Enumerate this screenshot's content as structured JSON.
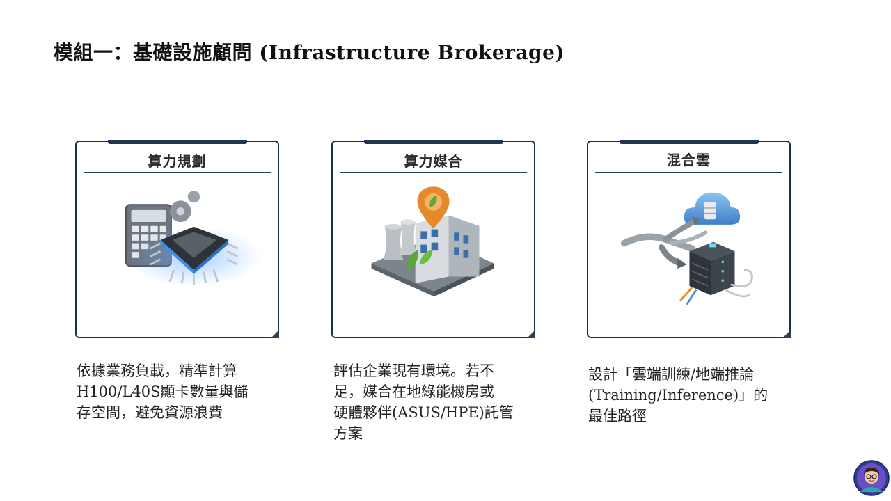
{
  "title": "模組一：基礎設施顧問 (Infrastructure Brokerage)",
  "cards": [
    {
      "title": "算力規劃",
      "lines": [
        "依據業務負載，精準計算",
        "H100/L40S顯卡數量與儲",
        "存空間，避免資源浪費"
      ],
      "icon": "calculator-chip-icon"
    },
    {
      "title": "算力媒合",
      "lines": [
        "評估企業現有環境。若不",
        "足，媒合在地綠能機房或",
        "硬體夥伴(ASUS/HPE)託管",
        "方案"
      ],
      "icon": "green-datacenter-icon"
    },
    {
      "title": "混合雲",
      "lines": [
        "設計「雲端訓練/地端推論",
        "(Training/Inference)」的",
        "最佳路徑"
      ],
      "icon": "hybrid-cloud-icon"
    }
  ],
  "colors": {
    "navy": "#1f3552",
    "cloud_blue": "#4a90d9",
    "green": "#5aa83a",
    "orange": "#e58a2b"
  }
}
